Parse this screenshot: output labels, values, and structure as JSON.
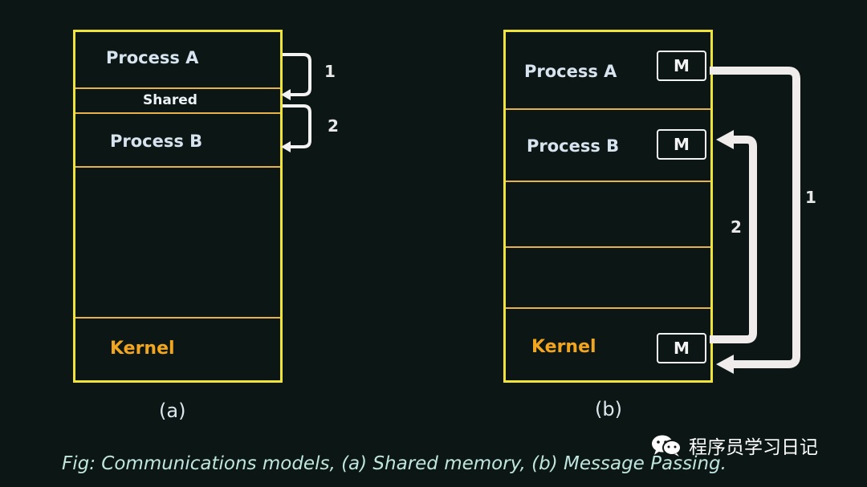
{
  "diagram_a": {
    "process_a": "Process A",
    "shared": "Shared",
    "process_b": "Process B",
    "kernel": "Kernel",
    "step1": "1",
    "step2": "2",
    "sublabel": "(a)"
  },
  "diagram_b": {
    "process_a": "Process A",
    "process_b": "Process B",
    "kernel": "Kernel",
    "message": "M",
    "step1": "1",
    "step2": "2",
    "sublabel": "(b)"
  },
  "caption": "Fig: Communications models, (a)  Shared memory, (b) Message Passing.",
  "watermark": {
    "icon": "wechat-icon",
    "text": "程序员学习日记"
  },
  "colors": {
    "background": "#0c1715",
    "box_border": "#f0e33a",
    "divider": "#e8b24a",
    "kernel_text": "#f2a51e",
    "arrow": "#f2f2f2",
    "caption": "#bfe5dd"
  }
}
